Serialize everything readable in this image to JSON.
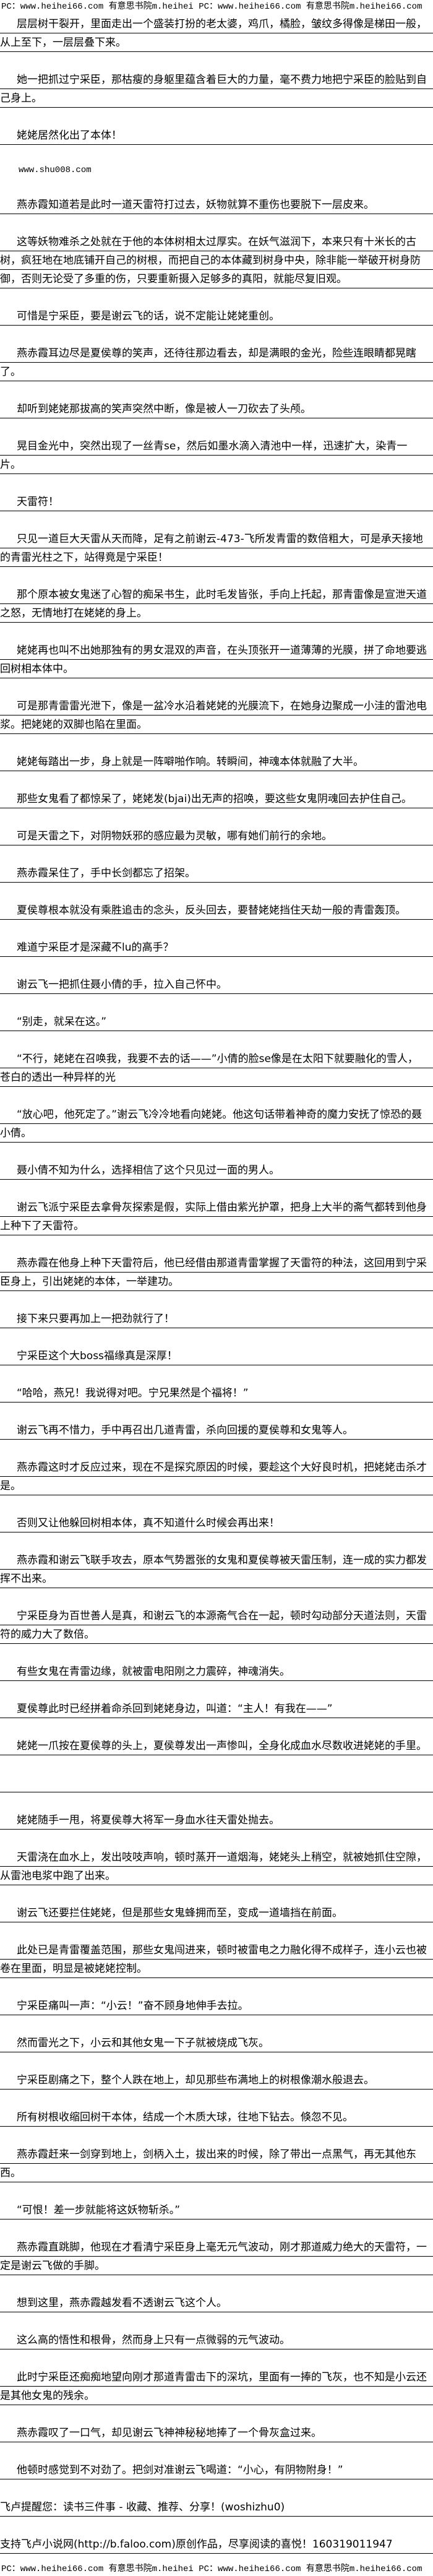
{
  "site_bar_top": "PC：www.heihei66.com 有意思书院m.heihei PC：www.heihei66.com 有意思书院m.heihei66.com",
  "paragraphs": [
    {
      "text": "层层树干裂开，里面走出一个盛装打扮的老太婆，鸡爪，橘脸，皱纹多得像是梯田一般，从上至下，一层层叠下来。"
    },
    {
      "text": "她一把抓过宁采臣，那枯瘦的身躯里蕴含着巨大的力量，毫不费力地把宁采臣的脸贴到自己身上。"
    },
    {
      "text": "姥姥居然化出了本体！"
    },
    {
      "text": "www.shu008.com",
      "style": "plain"
    },
    {
      "text": "燕赤霞知道若是此时一道天雷符打过去，妖物就算不重伤也要脱下一层皮来。"
    },
    {
      "text": "这等妖物难杀之处就在于他的本体树相太过厚实。在妖气滋润下，本来只有十米长的古树，疯狂地在地底铺开自己的树根，而把自己的本体藏到树身中央，除非能一举破开树身防御，否则无论受了多重的伤，只要重新摄入足够多的真阳，就能尽复旧观。"
    },
    {
      "text": "可惜是宁采臣，要是谢云飞的话，说不定能让姥姥重创。"
    },
    {
      "text": "燕赤霞耳边尽是夏侯尊的笑声，还待往那边看去，却是满眼的金光，险些连眼睛都晃瞎了。"
    },
    {
      "text": "却听到姥姥那拔高的笑声突然中断，像是被人一刀砍去了头颅。"
    },
    {
      "text": "晃目金光中，突然出现了一丝青se，然后如墨水滴入清池中一样，迅速扩大，染青一片。"
    },
    {
      "text": "天雷符！"
    },
    {
      "text": "只见一道巨大天雷从天而降，足有之前谢云-473-飞所发青雷的数倍粗大，可是承天接地的青雷光柱之下，站得竟是宁采臣！"
    },
    {
      "text": "那个原本被女鬼迷了心智的痴呆书生，此时毛发皆张，手向上托起，那青雷像是宣泄天道之怒，无情地打在姥姥的身上。"
    },
    {
      "text": "姥姥再也叫不出她那独有的男女混双的声音，在头顶张开一道薄薄的光膜，拼了命地要逃回树相本体中。"
    },
    {
      "text": "可是那青雷雷光泄下，像是一盆冷水沿着姥姥的光膜流下，在她身边聚成一小洼的雷池电浆。把姥姥的双脚也陷在里面。"
    },
    {
      "text": "姥姥每踏出一步，身上就是一阵噼啪作响。转瞬间，神魂本体就融了大半。"
    },
    {
      "text": "那些女鬼看了都惊呆了，姥姥发(bjai)出无声的招唤，要这些女鬼阴魂回去护住自己。"
    },
    {
      "text": "可是天雷之下，对阴物妖邪的感应最为灵敏，哪有她们前行的余地。"
    },
    {
      "text": "燕赤霞呆住了，手中长剑都忘了招架。"
    },
    {
      "text": "夏侯尊根本就没有乘胜追击的念头，反头回去，要替姥姥挡住天劫一般的青雷轰顶。"
    },
    {
      "text": "难道宁采臣才是深藏不lu的高手？"
    },
    {
      "text": "谢云飞一把抓住聂小倩的手，拉入自己怀中。"
    },
    {
      "text": "“别走，就呆在这。”"
    },
    {
      "text": "“不行，姥姥在召唤我，我要不去的话——”小倩的脸se像是在太阳下就要融化的雪人，苍白的透出一种异样的光"
    },
    {
      "text": "“放心吧，他死定了。”谢云飞冷冷地看向姥姥。他这句话带着神奇的魔力安抚了惊恐的聂小倩。"
    },
    {
      "text": "聂小倩不知为什么，选择相信了这个只见过一面的男人。"
    },
    {
      "text": "谢云飞派宁采臣去拿骨灰探索是假，实际上借由紫光护罩，把身上大半的斋气都转到他身上种下了天雷符。"
    },
    {
      "text": "燕赤霞在他身上种下天雷符后，他已经借由那道青雷掌握了天雷符的种法，这回用到宁采臣身上，引出姥姥的本体，一举建功。"
    },
    {
      "text": "接下来只要再加上一把劲就行了！"
    },
    {
      "text": "宁采臣这个大boss福缘真是深厚！"
    },
    {
      "text": "“哈哈，燕兄！我说得对吧。宁兄果然是个福将！”"
    },
    {
      "text": "谢云飞再不惜力，手中再召出几道青雷，杀向回援的夏侯尊和女鬼等人。"
    },
    {
      "text": "燕赤霞这时才反应过来，现在不是探究原因的时候，要趁这个大好良时机，把姥姥击杀才是。"
    },
    {
      "text": "否则又让他躲回树相本体，真不知道什么时候会再出来！"
    },
    {
      "text": "燕赤霞和谢云飞联手攻去，原本气势嚣张的女鬼和夏侯尊被天雷压制，连一成的实力都发挥不出来。"
    },
    {
      "text": "宁采臣身为百世善人是真，和谢云飞的本源斋气合在一起，顿时勾动部分天道法则，天雷符的威力大了数倍。"
    },
    {
      "text": "有些女鬼在青雷边缘，就被雷电阳刚之力震碎，神魂消失。"
    },
    {
      "text": "夏侯尊此时已经拼着命杀回到姥姥身边，叫道：“主人！有我在——”"
    },
    {
      "text": "姥姥一爪按在夏侯尊的头上，夏侯尊发出一声惨叫，全身化成血水尽数收进姥姥的手里。"
    },
    {
      "text": "",
      "style": "empty"
    },
    {
      "text": "姥姥随手一甩，将夏侯尊大将军一身血水往天雷处抛去。"
    },
    {
      "text": "天雷浇在血水上，发出吱吱声响，顿时蒸开一道烟海，姥姥头上稍空，就被她抓住空隙，从雷池电浆中跑了出来。"
    },
    {
      "text": "谢云飞还要拦住姥姥，但是那些女鬼蜂拥而至，变成一道墙挡在前面。"
    },
    {
      "text": "此处已是青雷覆盖范围，那些女鬼闯进来，顿时被雷电之力融化得不成样子，连小云也被卷在里面，明显是被姥姥控制。"
    },
    {
      "text": "宁采臣痛叫一声：“小云！”奋不顾身地伸手去拉。"
    },
    {
      "text": "然而雷光之下，小云和其他女鬼一下子就被烧成飞灰。"
    },
    {
      "text": "宁采臣剧痛之下，整个人跌在地上，却见那些布满地上的树根像潮水般退去。"
    },
    {
      "text": "所有树根收缩回树干本体，结成一个木质大球，往地下钻去。倏忽不见。"
    },
    {
      "text": "燕赤霞赶来一剑穿到地上，剑柄入土，拔出来的时候，除了带出一点黑气，再无其他东西。"
    },
    {
      "text": "“可恨！差一步就能将这妖物斩杀。”"
    },
    {
      "text": "燕赤霞直跳脚，他现在才看清宁采臣身上毫无元气波动，刚才那道威力绝大的天雷符，一定是谢云飞做的手脚。"
    },
    {
      "text": "想到这里，燕赤霞越发看不透谢云飞这个人。"
    },
    {
      "text": "这么高的悟性和根骨，然而身上只有一点微弱的元气波动。"
    },
    {
      "text": "此时宁采臣还痴痴地望向刚才那道青雷击下的深坑，里面有一捧的飞灰，也不知是小云还是其他女鬼的残余。"
    },
    {
      "text": "燕赤霞叹了一口气，却见谢云飞神神秘秘地捧了一个骨灰盒过来。"
    },
    {
      "text": "他顿时感觉到不对劲了。把剑对准谢云飞喝道：“小心，有阴物附身！”"
    },
    {
      "text": "飞卢提醒您：读书三件事 - 收藏、推荐、分享！(woshizhu0)",
      "style": "noindent"
    },
    {
      "text": "支持飞卢小说网(http://b.faloo.com)原创作品，尽享阅读的喜悦！160319011947",
      "style": "noindent"
    }
  ],
  "site_bar_bottom": "PC：www.heihei66.com 有意思书院m.heihei PC：www.heihei66.com 有意思书院m.heihei66.com"
}
